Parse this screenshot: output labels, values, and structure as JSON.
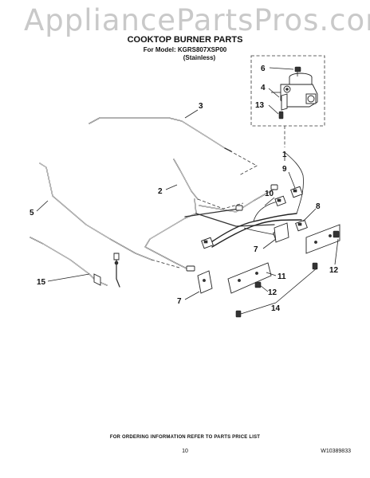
{
  "watermark": "AppliancePartsPros.com",
  "header": {
    "title": "COOKTOP BURNER PARTS",
    "model_line": "For Model: KGRS807XSP00",
    "finish": "(Stainless)"
  },
  "callouts": {
    "c1": "1",
    "c2": "2",
    "c3": "3",
    "c4": "4",
    "c5": "5",
    "c6": "6",
    "c7a": "7",
    "c7b": "7",
    "c8": "8",
    "c9": "9",
    "c10": "10",
    "c11": "11",
    "c12a": "12",
    "c12b": "12",
    "c13": "13",
    "c14": "14",
    "c15": "15"
  },
  "footer": {
    "ordering_note": "FOR ORDERING INFORMATION REFER TO PARTS PRICE LIST",
    "page_number": "10",
    "doc_number": "W10389833"
  }
}
